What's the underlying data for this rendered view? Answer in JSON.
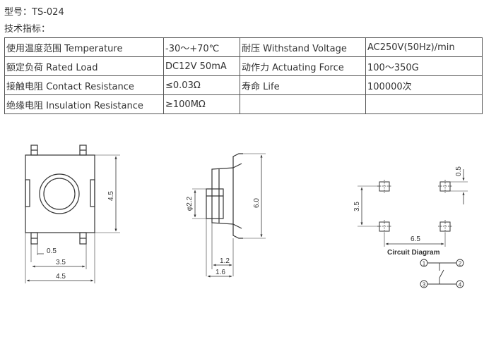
{
  "header": {
    "model_label": "型号：",
    "model_value": "TS-024",
    "spec_heading": "技术指标："
  },
  "spec_table": [
    [
      {
        "label": "使用温度范围 Temperature",
        "value": "-30～+70℃"
      },
      {
        "label": "耐压 Withstand Voltage",
        "value": "AC250V(50Hz)/min"
      }
    ],
    [
      {
        "label": "额定负荷 Rated Load",
        "value": "DC12V 50mA"
      },
      {
        "label": "动作力 Actuating Force",
        "value": "100～350G"
      }
    ],
    [
      {
        "label": "接触电阻 Contact Resistance",
        "value": "≤0.03Ω"
      },
      {
        "label": "寿命 Life",
        "value": "100000次"
      }
    ],
    [
      {
        "label": "绝缘电阻 Insulation Resistance",
        "value": "≥100MΩ"
      },
      {
        "label": "",
        "value": ""
      }
    ]
  ],
  "drawings": {
    "top_view": {
      "height_dim": "4.5",
      "pad_width_dim": "0.5",
      "pitch_dim": "3.5",
      "width_dim": "4.5"
    },
    "side_view": {
      "stem_dim": "φ2.2",
      "length_dim": "6.0",
      "stem_height_dim": "1.2",
      "body_height_dim": "1.6"
    },
    "pcb_layout": {
      "pitch_y_dim": "3.5",
      "pad_dim": "0.5",
      "pitch_x_dim": "6.5"
    },
    "circuit": {
      "title": "Circuit Diagram",
      "pins": [
        "1",
        "2",
        "3",
        "4"
      ]
    }
  }
}
